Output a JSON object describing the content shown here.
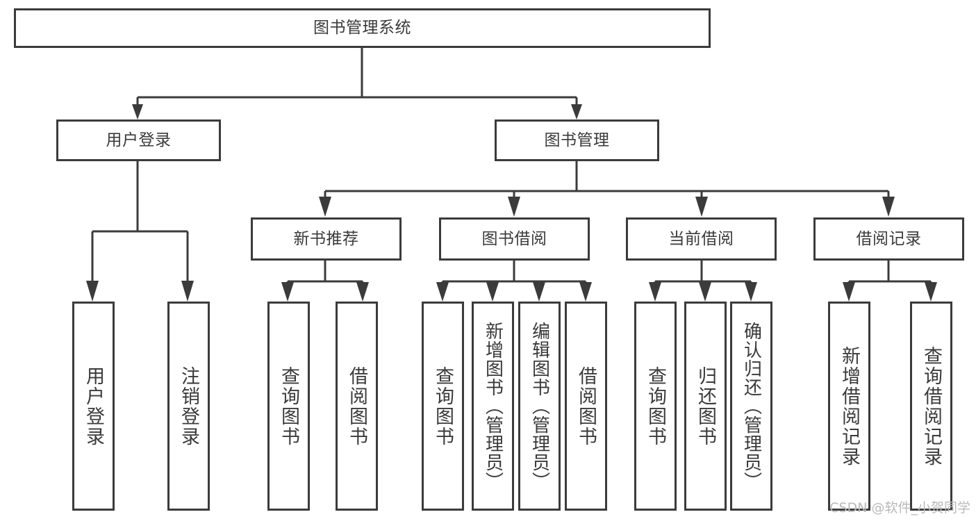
{
  "diagram": {
    "type": "tree-hierarchy-chart",
    "title": "图书管理系统",
    "watermark": "CSDN @软件_小贺同学",
    "colors": {
      "stroke": "#3b3b3b",
      "background": "#ffffff",
      "text": "#3a3a3a",
      "watermark": "#b9b9b9"
    },
    "nodes": {
      "root": "图书管理系统",
      "level1": [
        "用户登录",
        "图书管理"
      ],
      "level2": [
        "新书推荐",
        "图书借阅",
        "当前借阅",
        "借阅记录"
      ],
      "leaves": {
        "user_login": [
          "用户登录",
          "注销登录"
        ],
        "new_book": [
          "查询图书",
          "借阅图书"
        ],
        "book_borrow": [
          "查询图书",
          "新增图书（管理员）",
          "编辑图书（管理员）",
          "借阅图书"
        ],
        "current_borrow": [
          "查询图书",
          "归还图书",
          "确认归还（管理员）"
        ],
        "borrow_record": [
          "新增借阅记录",
          "查询借阅记录"
        ]
      }
    },
    "edges": [
      {
        "from": "图书管理系统",
        "to": "用户登录"
      },
      {
        "from": "图书管理系统",
        "to": "图书管理"
      },
      {
        "from": "图书管理",
        "to": "新书推荐"
      },
      {
        "from": "图书管理",
        "to": "图书借阅"
      },
      {
        "from": "图书管理",
        "to": "当前借阅"
      },
      {
        "from": "图书管理",
        "to": "借阅记录"
      },
      {
        "from": "用户登录",
        "to": "用户登录"
      },
      {
        "from": "用户登录",
        "to": "注销登录"
      },
      {
        "from": "新书推荐",
        "to": "查询图书"
      },
      {
        "from": "新书推荐",
        "to": "借阅图书"
      },
      {
        "from": "图书借阅",
        "to": "查询图书"
      },
      {
        "from": "图书借阅",
        "to": "新增图书（管理员）"
      },
      {
        "from": "图书借阅",
        "to": "编辑图书（管理员）"
      },
      {
        "from": "图书借阅",
        "to": "借阅图书"
      },
      {
        "from": "当前借阅",
        "to": "查询图书"
      },
      {
        "from": "当前借阅",
        "to": "归还图书"
      },
      {
        "from": "当前借阅",
        "to": "确认归还（管理员）"
      },
      {
        "from": "借阅记录",
        "to": "新增借阅记录"
      },
      {
        "from": "借阅记录",
        "to": "查询借阅记录"
      }
    ]
  }
}
